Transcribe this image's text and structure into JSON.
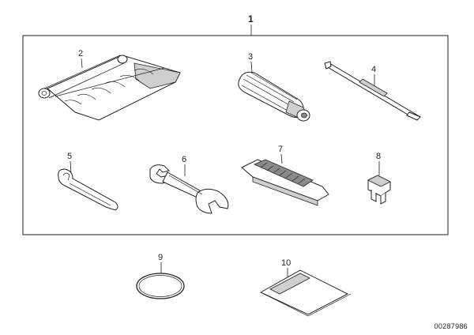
{
  "callouts": {
    "c1": "1",
    "c2": "2",
    "c3": "3",
    "c4": "4",
    "c5": "5",
    "c6": "6",
    "c7": "7",
    "c8": "8",
    "c9": "9",
    "c10": "10"
  },
  "reference_number": "00287986"
}
